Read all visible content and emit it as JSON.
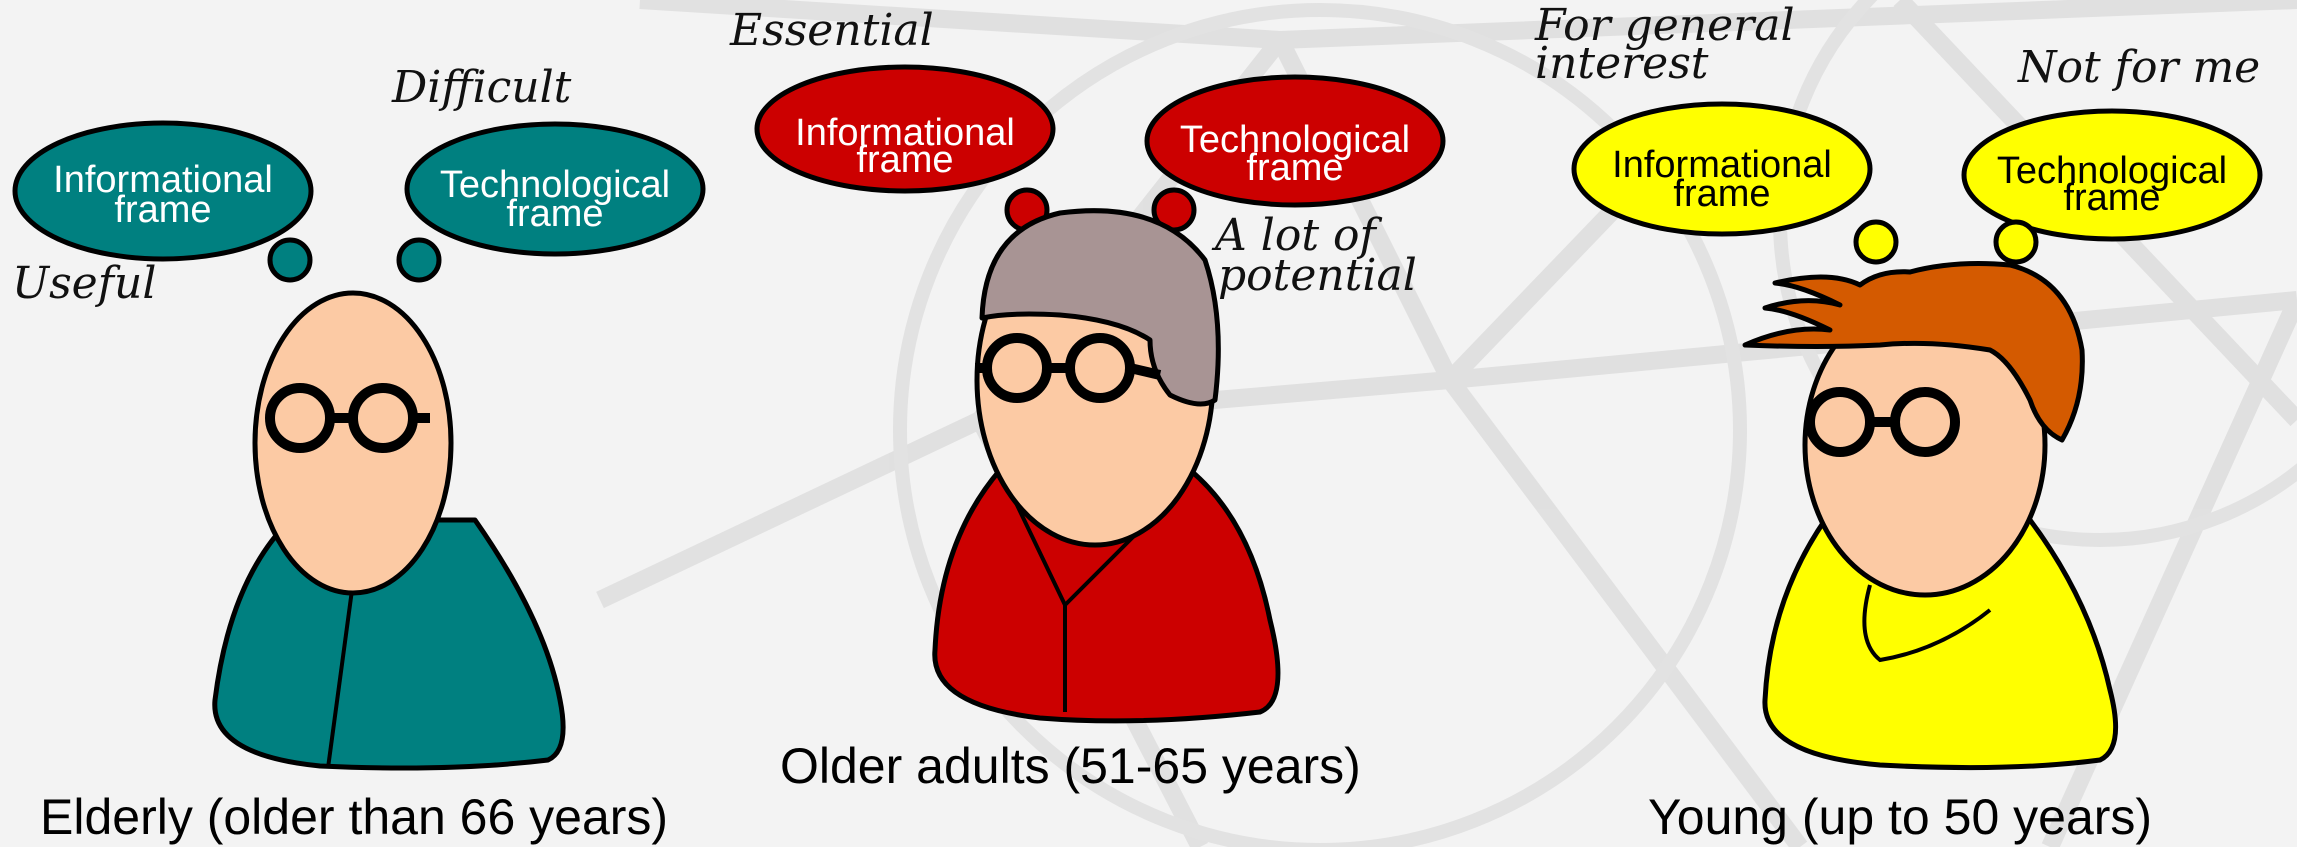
{
  "groups": {
    "elderly": {
      "caption": "Elderly  (older than 66 years)",
      "color": "#008080",
      "bubble_text_color": "#ffffff",
      "info_line1": "Informational",
      "info_line2": "frame",
      "tech_line1": "Technological",
      "tech_line2": "frame",
      "note_info": "Useful",
      "note_tech": "Difficult"
    },
    "older_adults": {
      "caption": "Older adults (51-65 years)",
      "color": "#cc0000",
      "hair_color": "#a89494",
      "bubble_text_color": "#ffffff",
      "info_line1": "Informational",
      "info_line2": "frame",
      "tech_line1": "Technological",
      "tech_line2": "frame",
      "note_info": "Essential",
      "note_tech_line1": "A lot of",
      "note_tech_line2": "potential"
    },
    "young": {
      "caption": "Young (up to 50 years)",
      "color": "#ffff00",
      "hair_color": "#d45a00",
      "bubble_text_color": "#000000",
      "info_line1": "Informational",
      "info_line2": "frame",
      "tech_line1": "Technological",
      "tech_line2": "frame",
      "note_info_line1": "For general",
      "note_info_line2": "interest",
      "note_tech": "Not for me"
    }
  },
  "colors": {
    "skin": "#fccaa4",
    "background": "#f3f3f3"
  }
}
